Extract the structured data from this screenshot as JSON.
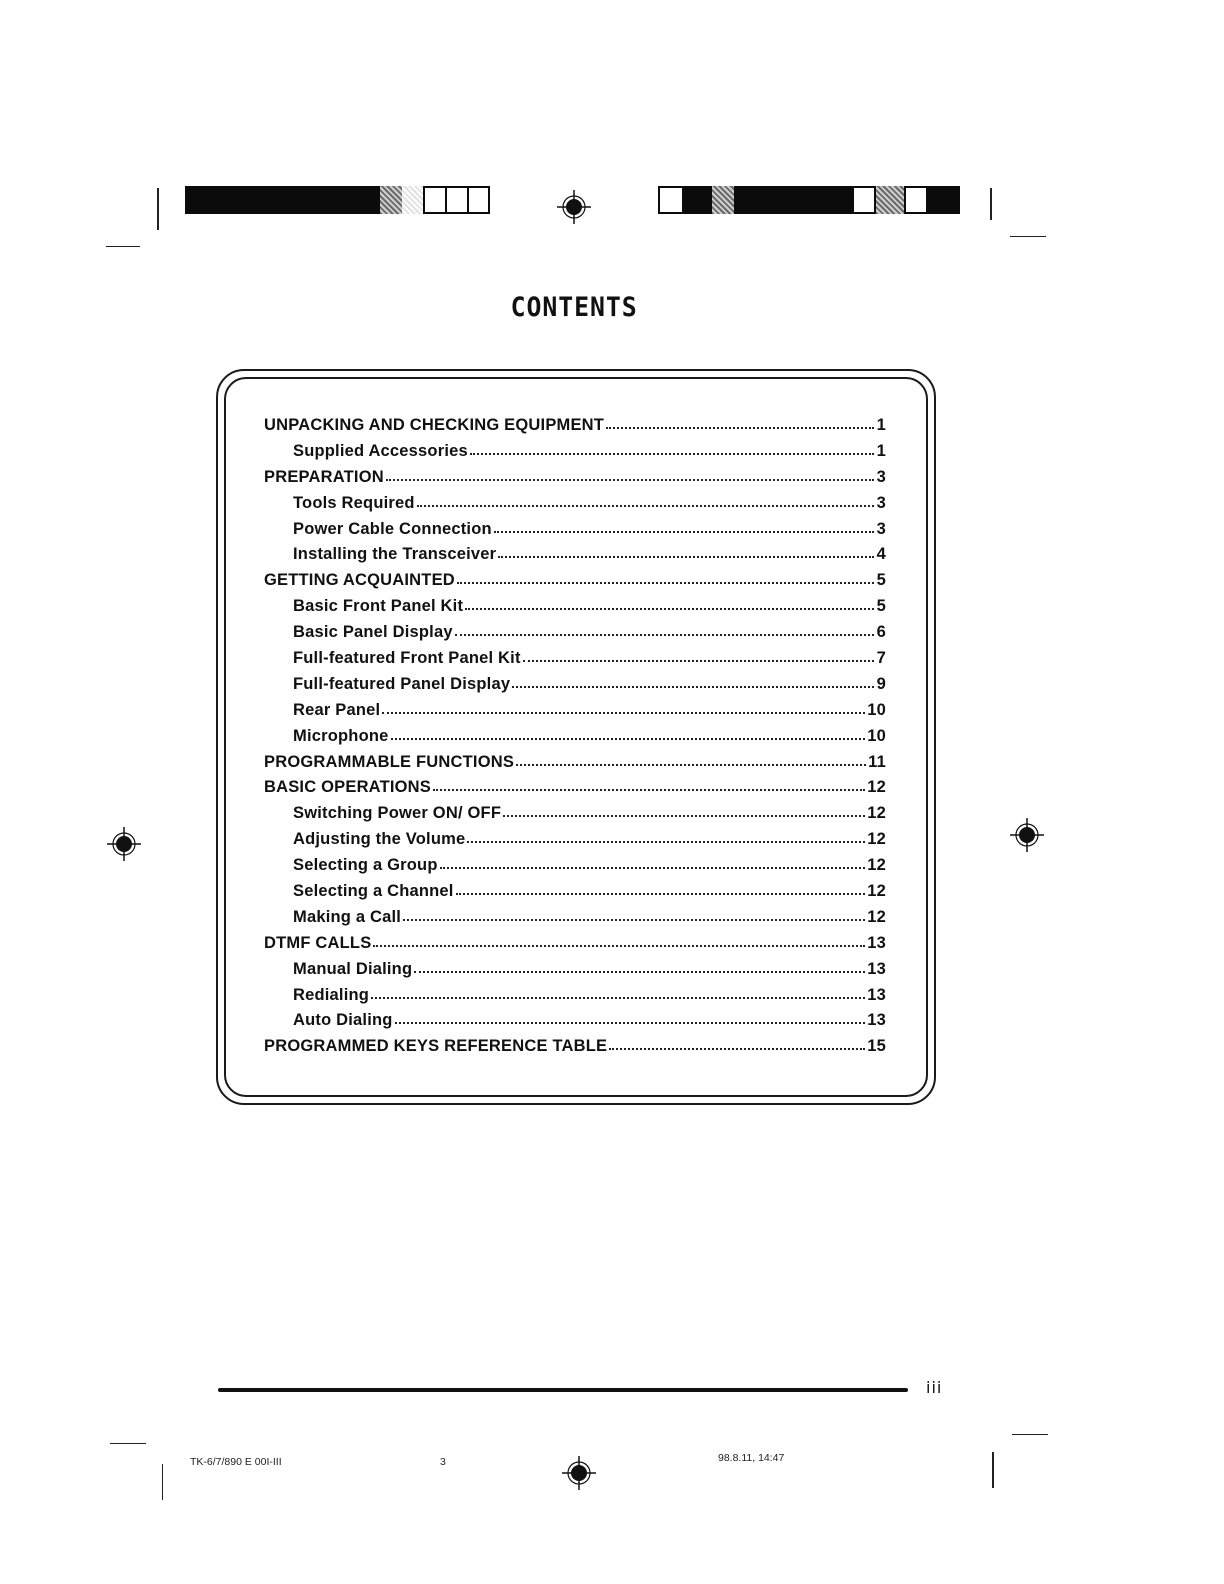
{
  "title": "CONTENTS",
  "toc": [
    {
      "label": "UNPACKING AND CHECKING EQUIPMENT",
      "page": "1",
      "level": 0
    },
    {
      "label": "Supplied Accessories",
      "page": "1",
      "level": 1
    },
    {
      "label": "PREPARATION",
      "page": "3",
      "level": 0
    },
    {
      "label": "Tools Required",
      "page": "3",
      "level": 1
    },
    {
      "label": "Power Cable Connection",
      "page": "3",
      "level": 1
    },
    {
      "label": "Installing the Transceiver",
      "page": "4",
      "level": 1
    },
    {
      "label": "GETTING ACQUAINTED",
      "page": "5",
      "level": 0
    },
    {
      "label": "Basic Front Panel Kit",
      "page": "5",
      "level": 1
    },
    {
      "label": "Basic Panel Display",
      "page": "6",
      "level": 1
    },
    {
      "label": "Full-featured Front Panel Kit",
      "page": "7",
      "level": 1
    },
    {
      "label": "Full-featured Panel Display",
      "page": "9",
      "level": 1
    },
    {
      "label": "Rear Panel",
      "page": "10",
      "level": 1
    },
    {
      "label": "Microphone",
      "page": "10",
      "level": 1
    },
    {
      "label": "PROGRAMMABLE FUNCTIONS",
      "page": "11",
      "level": 0
    },
    {
      "label": "BASIC OPERATIONS",
      "page": "12",
      "level": 0
    },
    {
      "label": "Switching Power ON/ OFF",
      "page": "12",
      "level": 1
    },
    {
      "label": "Adjusting the Volume",
      "page": "12",
      "level": 1
    },
    {
      "label": "Selecting a Group",
      "page": "12",
      "level": 1
    },
    {
      "label": "Selecting a Channel",
      "page": "12",
      "level": 1
    },
    {
      "label": "Making a Call",
      "page": "12",
      "level": 1
    },
    {
      "label": "DTMF CALLS",
      "page": "13",
      "level": 0
    },
    {
      "label": "Manual Dialing",
      "page": "13",
      "level": 1
    },
    {
      "label": "Redialing",
      "page": "13",
      "level": 1
    },
    {
      "label": "Auto Dialing",
      "page": "13",
      "level": 1
    },
    {
      "label": "PROGRAMMED KEYS REFERENCE TABLE",
      "page": "15",
      "level": 0
    }
  ],
  "footer": {
    "page_number": "iii",
    "file_code": "TK-6/7/890 E 00I-III",
    "sheet": "3",
    "datestamp": "98.8.11, 14:47"
  }
}
